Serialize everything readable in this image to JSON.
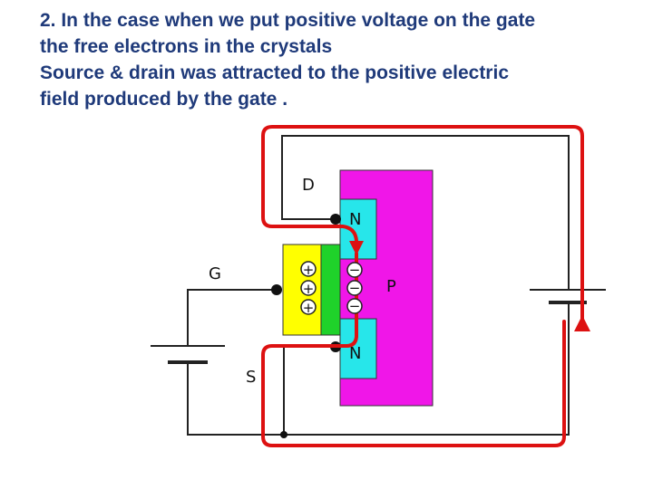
{
  "slide": {
    "lines": [
      "2. In the case when we put positive voltage on the gate",
      "the free electrons in the crystals",
      "Source & drain was attracted to the positive electric",
      "field produced by the gate ."
    ]
  },
  "diagram": {
    "labels": {
      "drain": "D",
      "gate": "G",
      "source": "S",
      "n_top": "N",
      "n_bottom": "N",
      "p_region": "P"
    },
    "gate_charges": [
      "+",
      "+",
      "+"
    ],
    "channel_charges": [
      "−",
      "−",
      "−"
    ],
    "colors": {
      "p_substrate": "#f016e8",
      "n_region": "#27e6ea",
      "gate_metal": "#ffff00",
      "oxide": "#1fd22a",
      "current_path": "#dd1111",
      "wire": "#222222"
    }
  }
}
